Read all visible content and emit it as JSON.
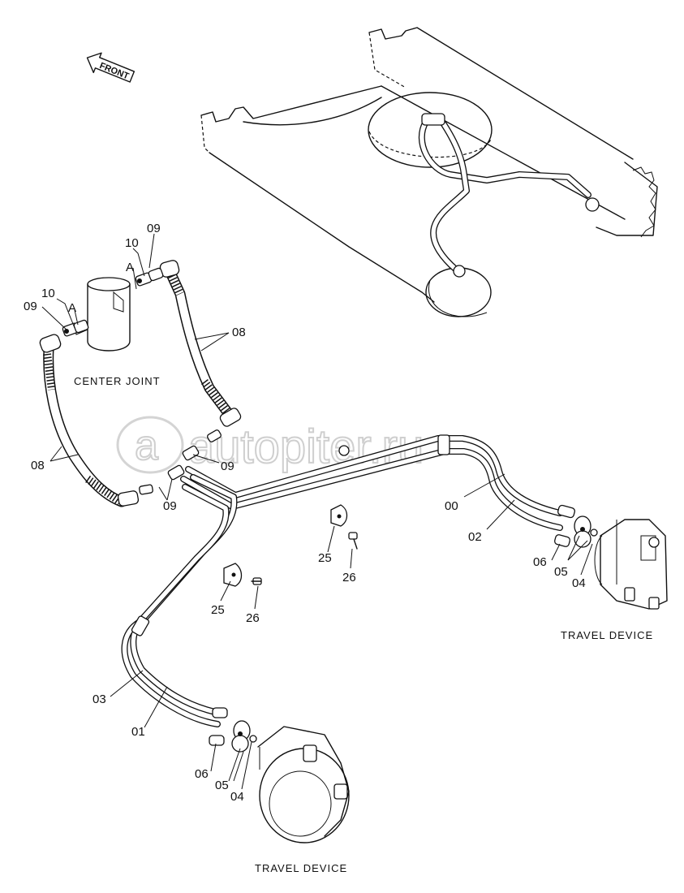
{
  "watermark": "autopiter.ru",
  "watermark_mark": "a",
  "front_arrow": {
    "text": "FRONT"
  },
  "captions": {
    "center_joint": "CENTER JOINT",
    "travel_device_right": "TRAVEL DEVICE",
    "travel_device_bottom": "TRAVEL DEVICE"
  },
  "part_labels": {
    "p09_top": "09",
    "p10_top": "10",
    "a_top": "A",
    "p10_left": "10",
    "p09_left": "09",
    "a_left": "A",
    "p08_right": "08",
    "p08_left": "08",
    "p09_mid_right": "09",
    "p09_mid_low": "09",
    "p00": "00",
    "p02": "02",
    "p06_right": "06",
    "p05_right": "05",
    "p04_right": "04",
    "p25_right": "25",
    "p26_right": "26",
    "p25_left": "25",
    "p26_left": "26",
    "p03": "03",
    "p01": "01",
    "p06_bottom": "06",
    "p05_bottom": "05",
    "p04_bottom": "04"
  }
}
